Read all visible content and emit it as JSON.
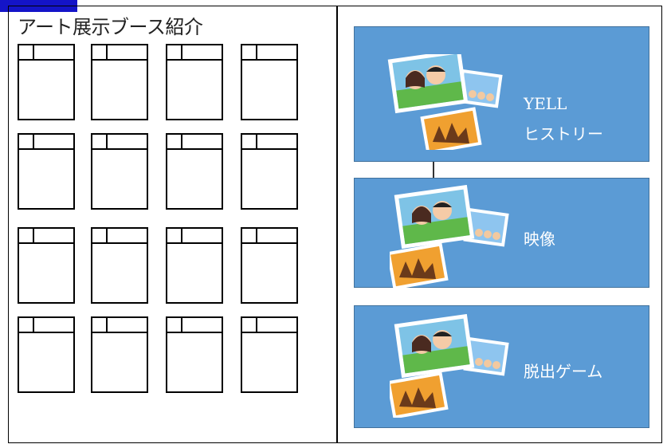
{
  "left_panel": {
    "title": "アート展示ブース紹介",
    "booth_rows": 4,
    "booth_cols": 4
  },
  "right_panel": {
    "cards": [
      {
        "line1": "YELL",
        "line2": "ヒストリー",
        "icon": "photos-illustration-icon"
      },
      {
        "line1": "映像",
        "line2": "",
        "icon": "photos-illustration-icon"
      },
      {
        "line1": "脱出ゲーム",
        "line2": "",
        "icon": "photos-illustration-icon"
      }
    ]
  },
  "colors": {
    "accent_tab": "#1414c8",
    "card_fill": "#5b9bd5",
    "card_border": "#41719c",
    "card_text": "#ffffff"
  }
}
